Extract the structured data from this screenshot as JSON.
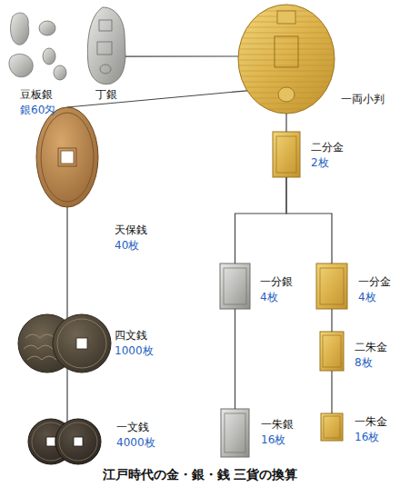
{
  "diagram": {
    "caption": "江戸時代の金・銀・銭 三貨の換算",
    "nodes": [
      {
        "text": [
          "豆板銀",
          "丁銀",
          "銀60匁"
        ]
      },
      {
        "text": [
          "一両小判"
        ]
      },
      {
        "text": [
          "天保銭",
          "40枚"
        ]
      },
      {
        "text": [
          "四文銭",
          "1000枚"
        ]
      },
      {
        "text": [
          "一文銭",
          "4000枚"
        ]
      },
      {
        "text": [
          "二分金",
          "2枚"
        ]
      },
      {
        "text": [
          "一分銀",
          "4枚"
        ]
      },
      {
        "text": [
          "一分金",
          "4枚"
        ]
      },
      {
        "text": [
          "一朱銀",
          "16枚"
        ]
      },
      {
        "text": [
          "二朱金",
          "8枚"
        ]
      },
      {
        "text": [
          "一朱金",
          "16枚"
        ]
      }
    ],
    "edges": [
      {
        "from": 0,
        "to": 1,
        "arrow": "none"
      },
      {
        "from": 1,
        "to": 2,
        "arrow": "none"
      },
      {
        "from": 2,
        "to": 3,
        "arrow": "none"
      },
      {
        "from": 3,
        "to": 4,
        "arrow": "none"
      },
      {
        "from": 1,
        "to": 5,
        "arrow": "none"
      },
      {
        "from": 5,
        "to": 6,
        "arrow": "none"
      },
      {
        "from": 5,
        "to": 7,
        "arrow": "none"
      },
      {
        "from": 6,
        "to": 8,
        "arrow": "none"
      },
      {
        "from": 7,
        "to": 9,
        "arrow": "none"
      },
      {
        "from": 9,
        "to": 10,
        "arrow": "none"
      }
    ]
  }
}
